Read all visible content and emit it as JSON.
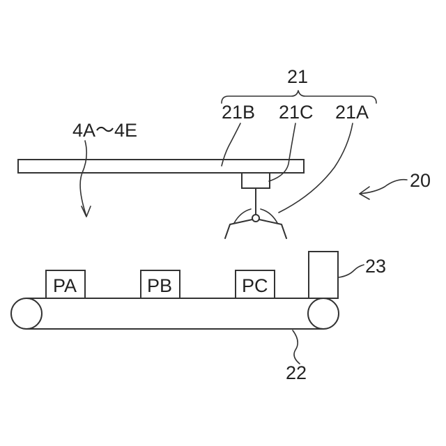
{
  "labels": {
    "robot_group": "21",
    "robot_arm": "21B",
    "robot_head": "21C",
    "robot_hand": "21A",
    "system": "20",
    "products_range": "4A～4E",
    "camera_unit": "23",
    "conveyor": "22"
  },
  "boxes": [
    {
      "label": "PA"
    },
    {
      "label": "PB"
    },
    {
      "label": "PC"
    }
  ],
  "colors": {
    "line": "#333333",
    "text": "#222222",
    "background": "#ffffff"
  }
}
